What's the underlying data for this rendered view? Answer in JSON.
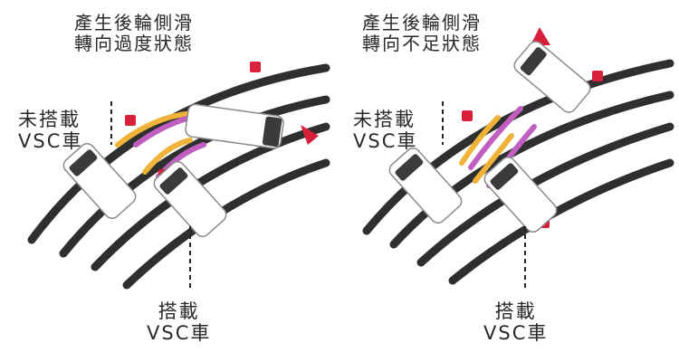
{
  "panels": [
    {
      "title_line1": "產生後輪側滑",
      "title_line2": "轉向過度狀態",
      "without_vsc_line1": "未搭載",
      "without_vsc_line2": "VSC車",
      "with_vsc_line1": "搭載",
      "with_vsc_line2": "VSC車"
    },
    {
      "title_line1": "產生後輪側滑",
      "title_line2": "轉向不足狀態",
      "without_vsc_line1": "未搭載",
      "without_vsc_line2": "VSC車",
      "with_vsc_line1": "搭載",
      "with_vsc_line2": "VSC車"
    }
  ],
  "colors": {
    "road_line": "#2f2f2f",
    "path_orange": "#f0b33a",
    "path_purple": "#c15fc0",
    "marker_red": "#d8203a",
    "car_body": "#ffffff",
    "car_glass": "#3b3b3b"
  }
}
